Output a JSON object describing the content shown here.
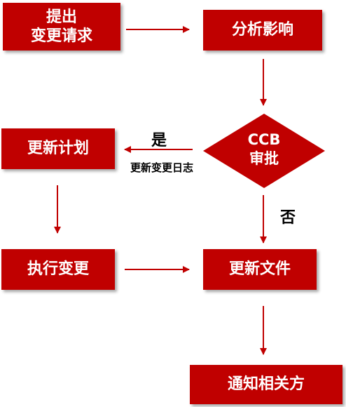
{
  "colors": {
    "box_fill": "#c00000",
    "arrow": "#c00000",
    "text_on_box": "#ffffff",
    "label_text": "#000000"
  },
  "nodes": {
    "submit_change": {
      "line1": "提出",
      "line2": "变更请求"
    },
    "analyze_impact": {
      "label": "分析影响"
    },
    "ccb_review": {
      "line1": "CCB",
      "line2": "审批"
    },
    "update_plan": {
      "label": "更新计划"
    },
    "execute_change": {
      "label": "执行变更"
    },
    "update_docs": {
      "label": "更新文件"
    },
    "notify_parties": {
      "label": "通知相关方"
    }
  },
  "edge_labels": {
    "yes": "是",
    "update_log": "更新变更日志",
    "no": "否"
  }
}
